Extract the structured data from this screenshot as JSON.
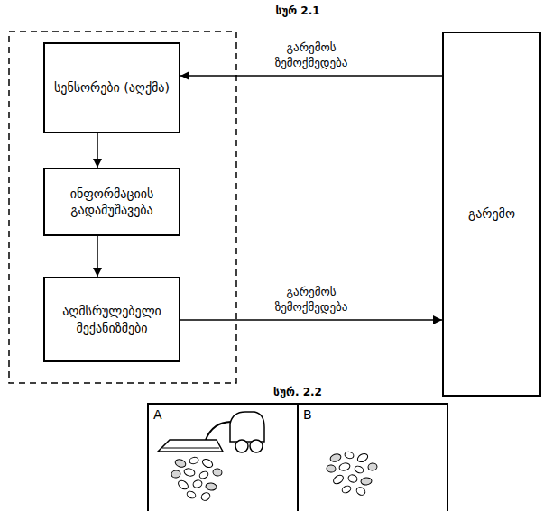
{
  "diagram": {
    "title": "სურ 2.1",
    "nodes": [
      {
        "text": [
          "სენსორები (აღქმა)"
        ]
      },
      {
        "text": [
          "ინფორმაციის გადამუშავება"
        ]
      },
      {
        "text": [
          "აღმსრულებელი მექანიზმები"
        ]
      },
      {
        "text": [
          "გარემო"
        ]
      },
      {
        "text": [
          "A"
        ]
      },
      {
        "text": [
          "B"
        ]
      }
    ],
    "edges": [
      {
        "from": 3,
        "to": 0,
        "label": "გარემოს ზემოქმედება",
        "arrow": "to"
      },
      {
        "from": 0,
        "to": 1,
        "arrow": "to"
      },
      {
        "from": 1,
        "to": 2,
        "arrow": "to"
      },
      {
        "from": 2,
        "to": 3,
        "label": "გარემოს ზემოქმედება",
        "arrow": "to"
      }
    ],
    "labels": [
      "სურ. 2.2"
    ]
  }
}
